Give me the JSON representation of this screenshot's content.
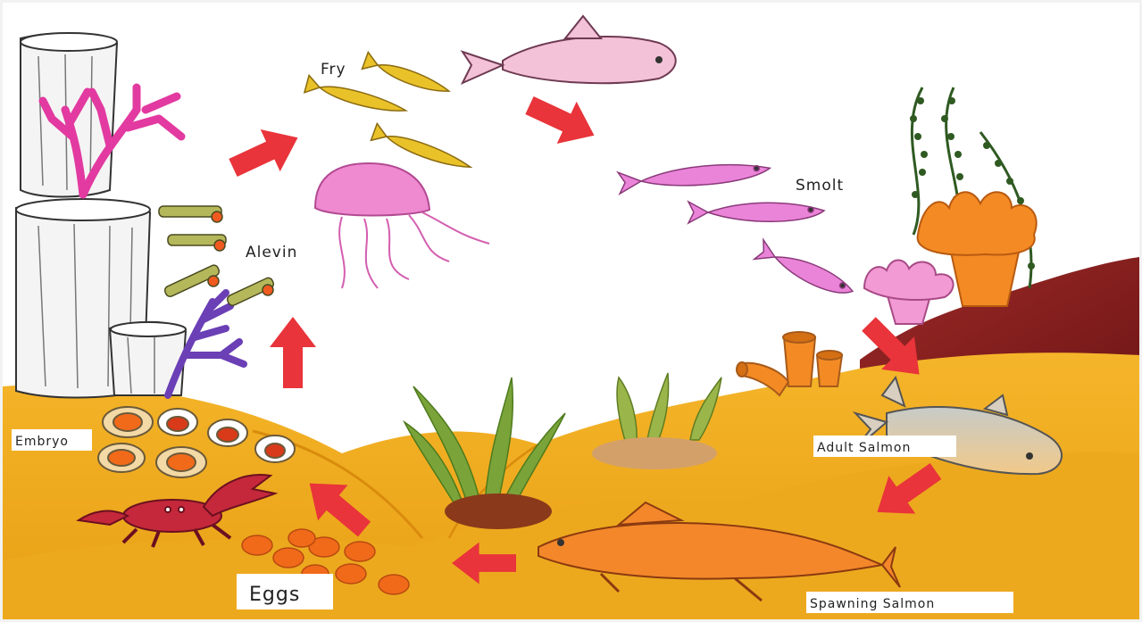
{
  "diagram": {
    "stages": {
      "fry": "Fry",
      "smolt": "Smolt",
      "alevin": "Alevin",
      "embryo": "Embryo",
      "adult_salmon": "Adult Salmon",
      "eggs": "Eggs",
      "spawning_salmon": "Spawning Salmon"
    }
  },
  "colors": {
    "arrow": "#e8343a",
    "sand": "#f2ae22",
    "sand_dark": "#e59a12",
    "seaweed": "#6b9a2a",
    "coral_pink": "#e23aa0",
    "coral_purple": "#6b3fb5",
    "jellyfish": "#f08ad0",
    "fry": "#e9c22a",
    "smolt": "#ea84d8",
    "rock": "#8a1f1f",
    "anemone": "#f38a24"
  }
}
